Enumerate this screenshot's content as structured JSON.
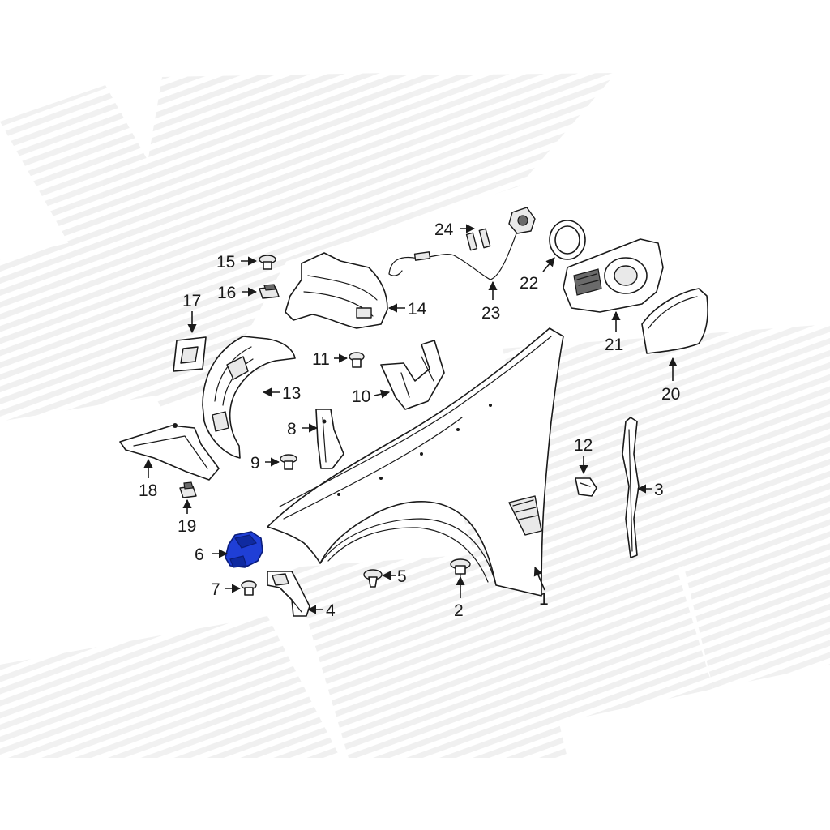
{
  "callouts": {
    "c1": "1",
    "c2": "2",
    "c3": "3",
    "c4": "4",
    "c5": "5",
    "c6": "6",
    "c7": "7",
    "c8": "8",
    "c9": "9",
    "c10": "10",
    "c11": "11",
    "c12": "12",
    "c13": "13",
    "c14": "14",
    "c15": "15",
    "c16": "16",
    "c17": "17",
    "c18": "18",
    "c19": "19",
    "c20": "20",
    "c21": "21",
    "c22": "22",
    "c23": "23",
    "c24": "24"
  },
  "colors": {
    "line": "#1a1a1a",
    "highlight": "#1f3fd6",
    "watermark": "#ececec"
  }
}
